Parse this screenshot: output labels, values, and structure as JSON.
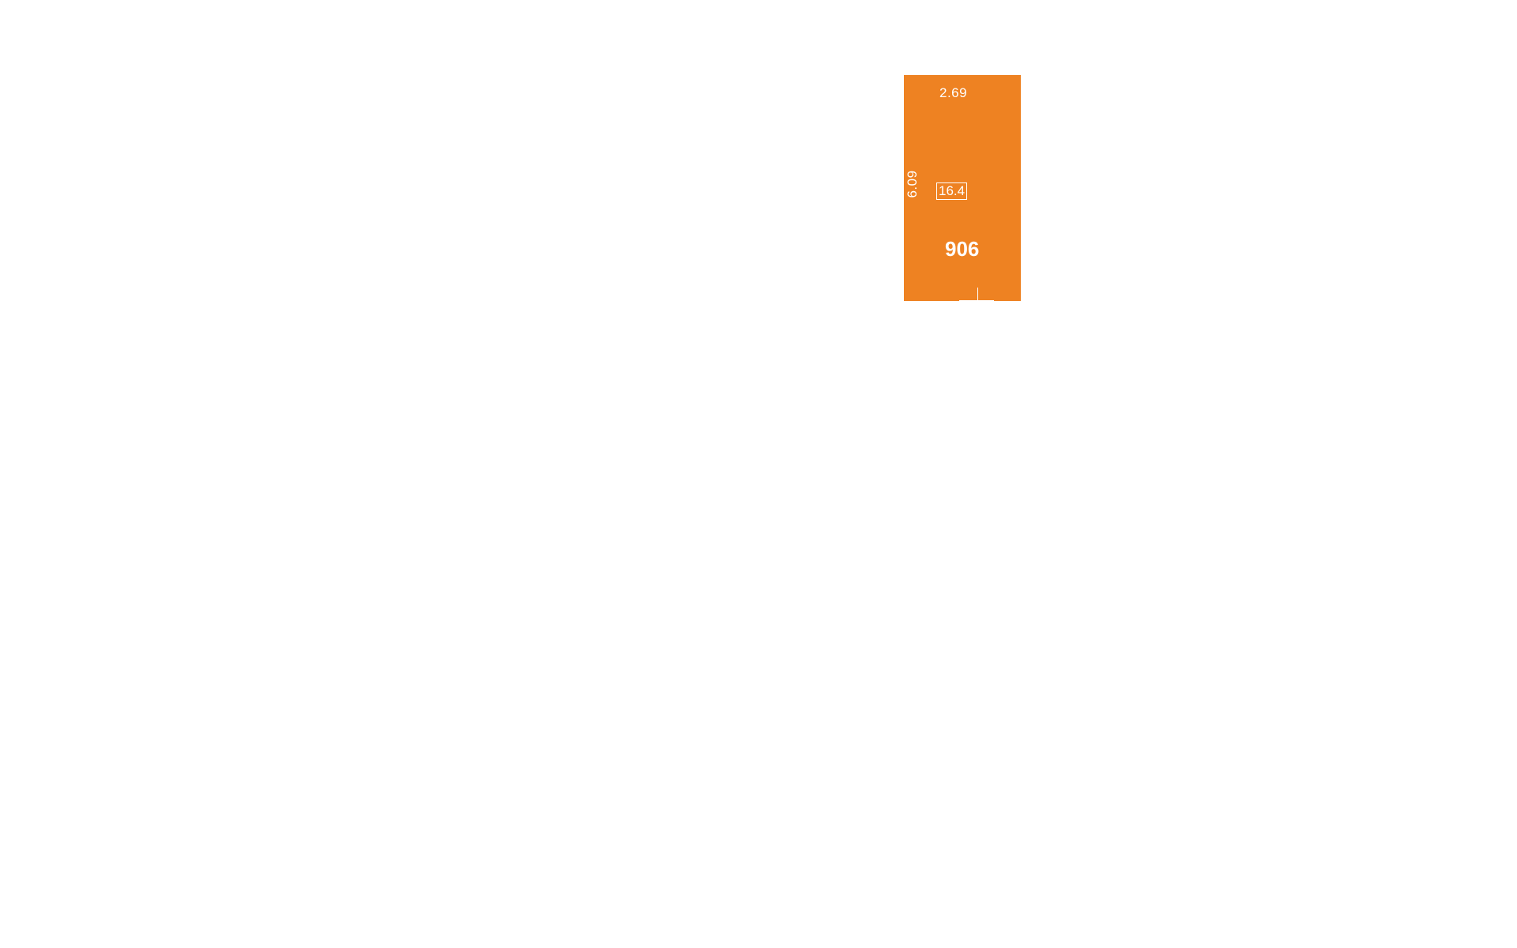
{
  "unit": {
    "number": "906",
    "area": "16.4",
    "width": "2.69",
    "depth": "6.09",
    "fill_color": "#EE8222",
    "text_color": "#FFFFFF"
  }
}
